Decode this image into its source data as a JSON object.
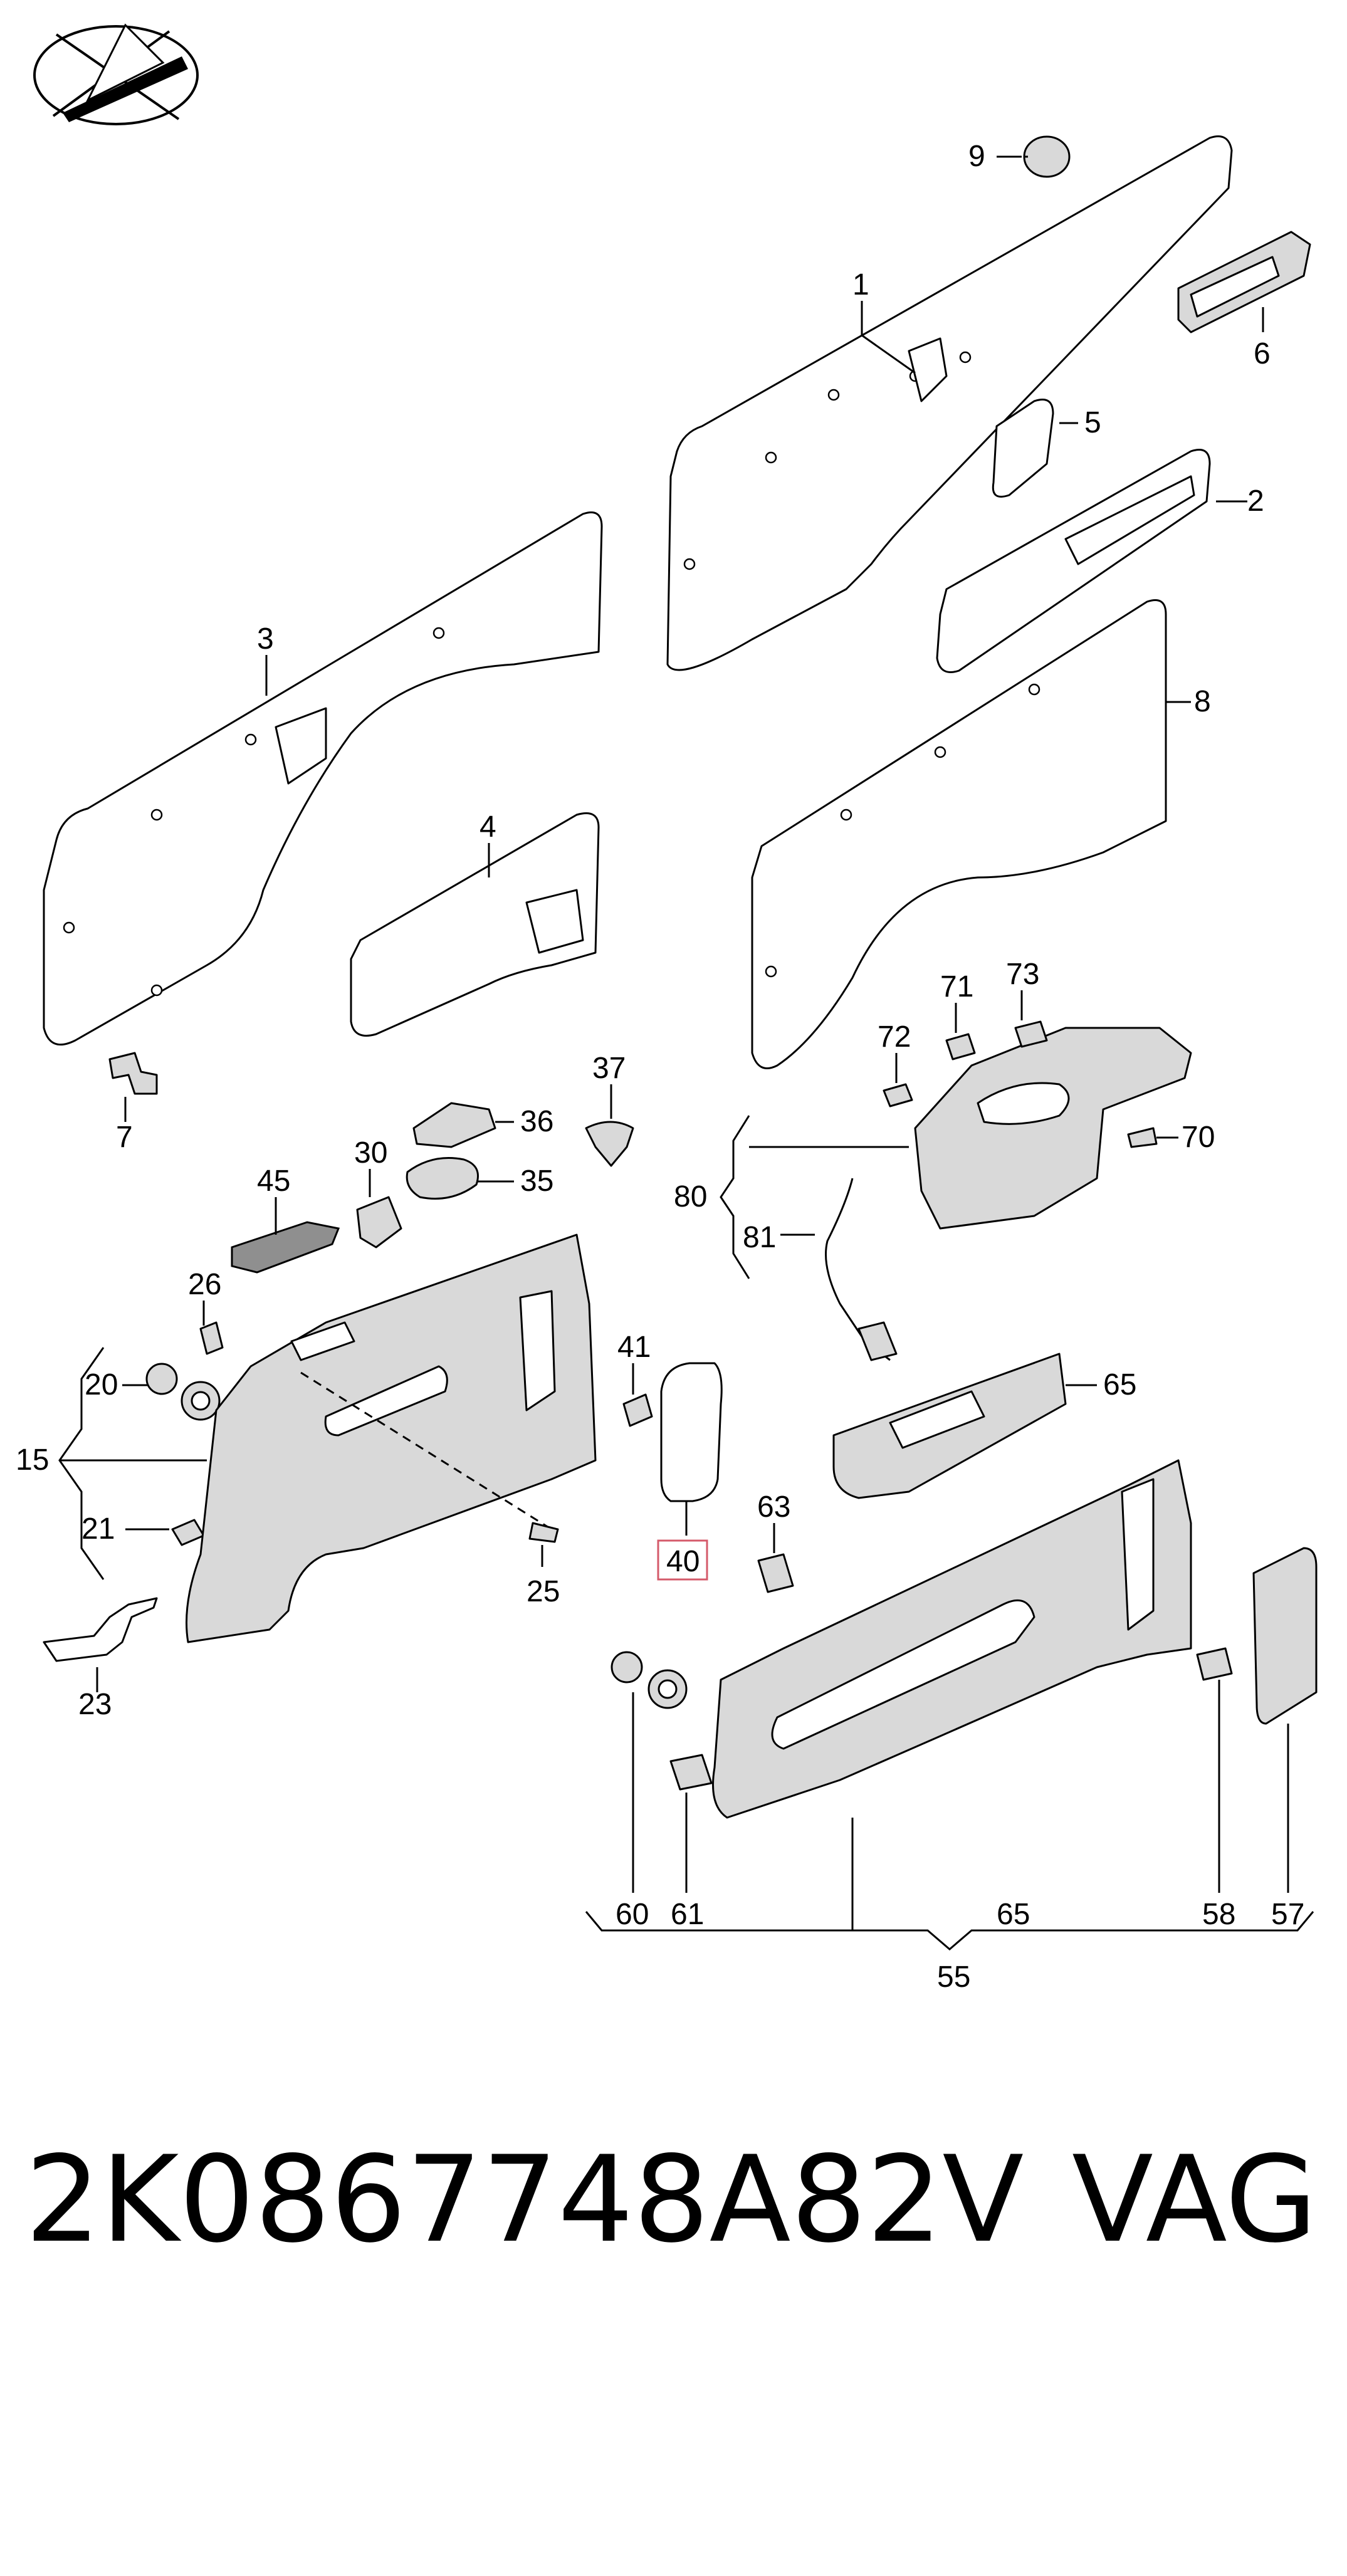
{
  "diagram": {
    "callouts": [
      {
        "id": "c1",
        "text": "1"
      },
      {
        "id": "c2",
        "text": "2"
      },
      {
        "id": "c3",
        "text": "3"
      },
      {
        "id": "c4",
        "text": "4"
      },
      {
        "id": "c5",
        "text": "5"
      },
      {
        "id": "c6",
        "text": "6"
      },
      {
        "id": "c7",
        "text": "7"
      },
      {
        "id": "c8",
        "text": "8"
      },
      {
        "id": "c9",
        "text": "9"
      },
      {
        "id": "c15",
        "text": "15"
      },
      {
        "id": "c20",
        "text": "20"
      },
      {
        "id": "c21",
        "text": "21"
      },
      {
        "id": "c23",
        "text": "23"
      },
      {
        "id": "c25",
        "text": "25"
      },
      {
        "id": "c26",
        "text": "26"
      },
      {
        "id": "c30",
        "text": "30"
      },
      {
        "id": "c35",
        "text": "35"
      },
      {
        "id": "c36",
        "text": "36"
      },
      {
        "id": "c37",
        "text": "37"
      },
      {
        "id": "c40",
        "text": "40"
      },
      {
        "id": "c41",
        "text": "41"
      },
      {
        "id": "c45",
        "text": "45"
      },
      {
        "id": "c55",
        "text": "55"
      },
      {
        "id": "c57",
        "text": "57"
      },
      {
        "id": "c58",
        "text": "58"
      },
      {
        "id": "c60",
        "text": "60"
      },
      {
        "id": "c61",
        "text": "61"
      },
      {
        "id": "c63",
        "text": "63"
      },
      {
        "id": "c65a",
        "text": "65"
      },
      {
        "id": "c65b",
        "text": "65"
      },
      {
        "id": "c70",
        "text": "70"
      },
      {
        "id": "c71",
        "text": "71"
      },
      {
        "id": "c72",
        "text": "72"
      },
      {
        "id": "c73",
        "text": "73"
      },
      {
        "id": "c80",
        "text": "80"
      },
      {
        "id": "c81",
        "text": "81"
      }
    ],
    "highlighted_callout": "40"
  },
  "footer": {
    "part_number": "2K0867748A82V",
    "brand": "VAG"
  },
  "colors": {
    "line": "#000000",
    "part_fill": "#d9d9d9",
    "highlight": "#d45a6a"
  }
}
